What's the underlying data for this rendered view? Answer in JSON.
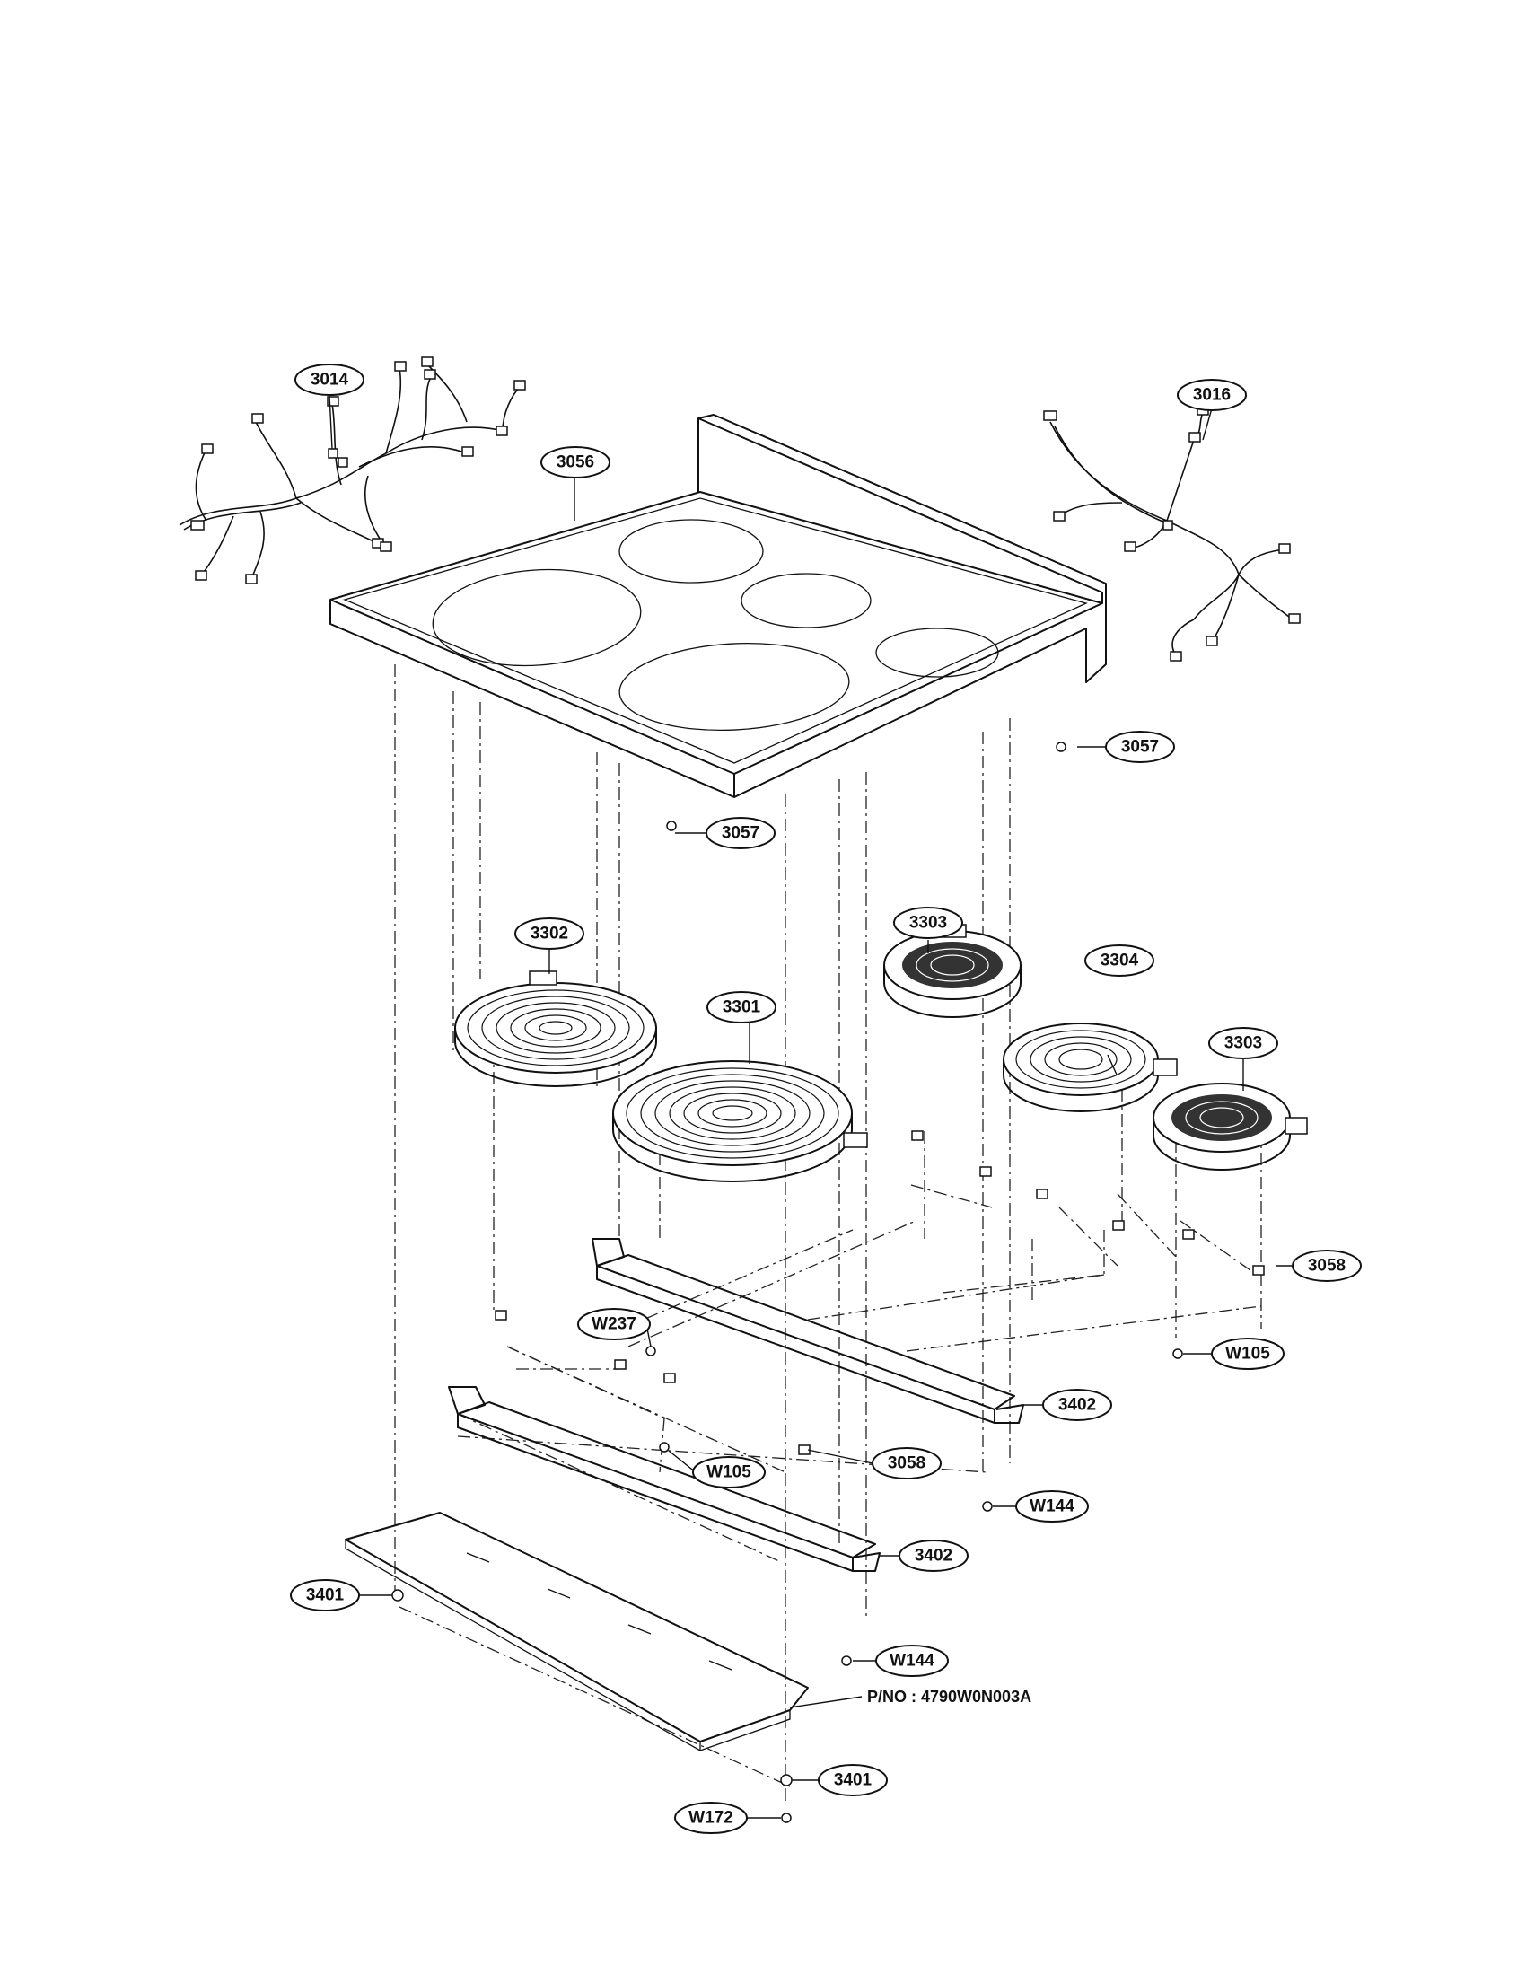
{
  "callouts": [
    {
      "key": "c3014",
      "label": "3014"
    },
    {
      "key": "c3016",
      "label": "3016"
    },
    {
      "key": "c3056",
      "label": "3056"
    },
    {
      "key": "c3057a",
      "label": "3057"
    },
    {
      "key": "c3057b",
      "label": "3057"
    },
    {
      "key": "c3302",
      "label": "3302"
    },
    {
      "key": "c3303a",
      "label": "3303"
    },
    {
      "key": "c3304",
      "label": "3304"
    },
    {
      "key": "c3301",
      "label": "3301"
    },
    {
      "key": "c3303b",
      "label": "3303"
    },
    {
      "key": "c3058a",
      "label": "3058"
    },
    {
      "key": "cW237",
      "label": "W237"
    },
    {
      "key": "cW105a",
      "label": "W105"
    },
    {
      "key": "c3402a",
      "label": "3402"
    },
    {
      "key": "c3058b",
      "label": "3058"
    },
    {
      "key": "cW105b",
      "label": "W105"
    },
    {
      "key": "cW144a",
      "label": "W144"
    },
    {
      "key": "c3402b",
      "label": "3402"
    },
    {
      "key": "c3401a",
      "label": "3401"
    },
    {
      "key": "cW144b",
      "label": "W144"
    },
    {
      "key": "c3401b",
      "label": "3401"
    },
    {
      "key": "cW172",
      "label": "W172"
    }
  ],
  "part_number_note": "P/NO : 4790W0N003A"
}
